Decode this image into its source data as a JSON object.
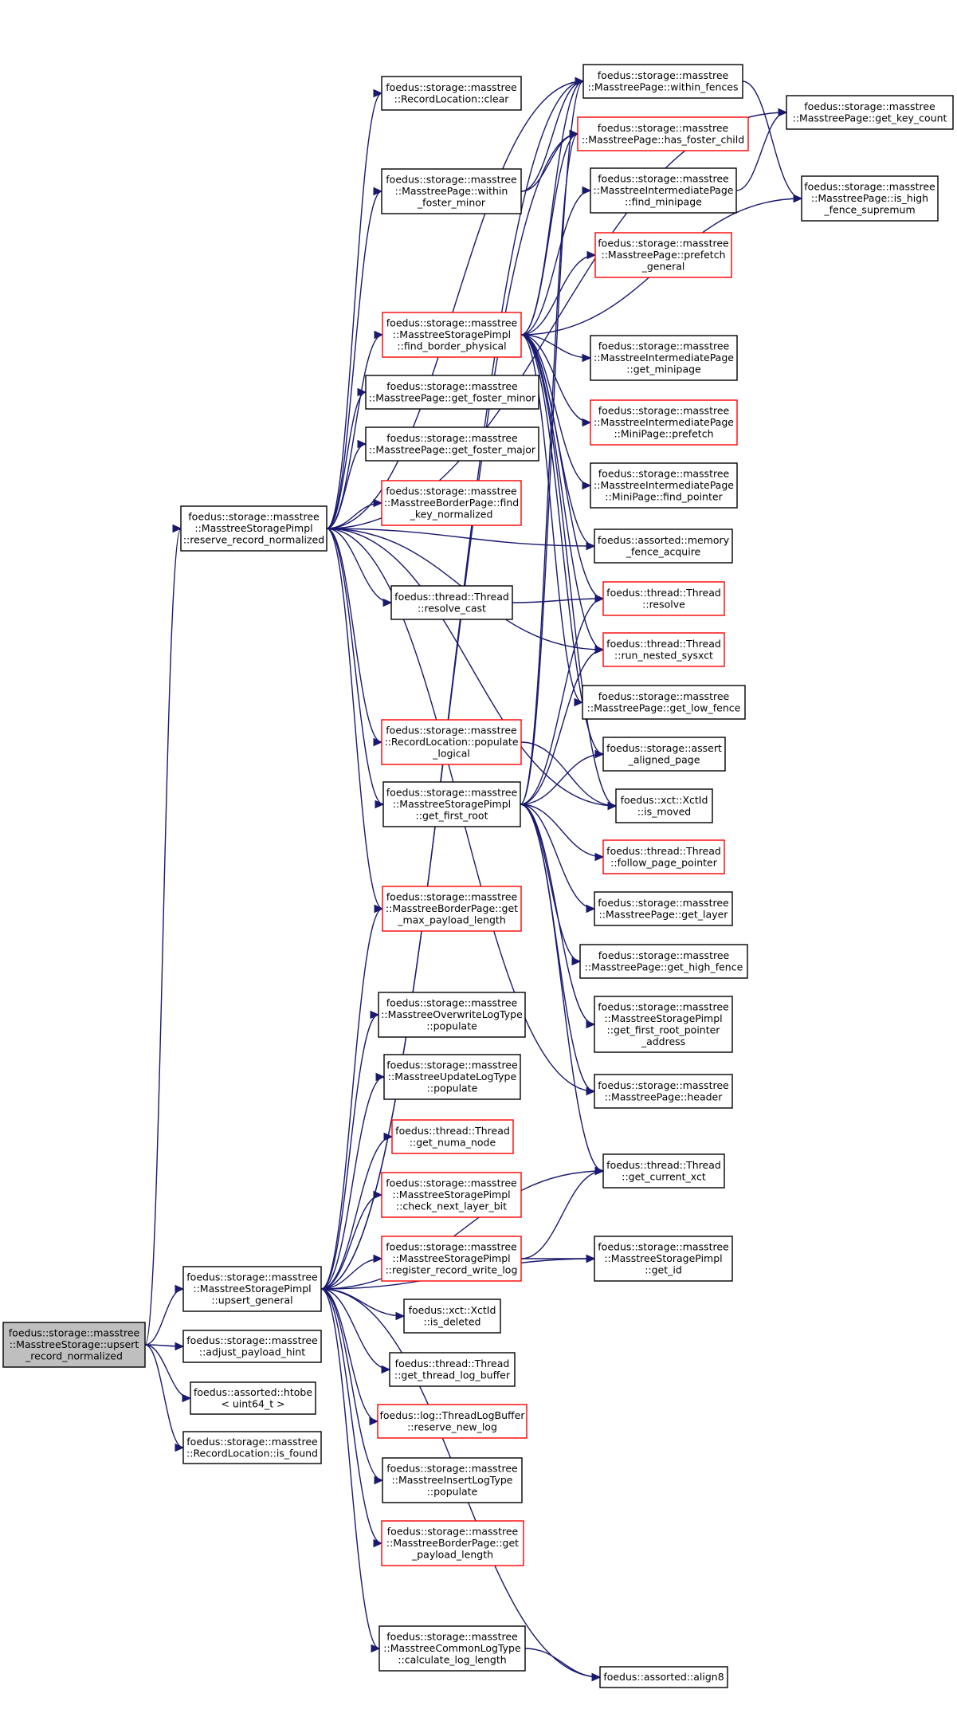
{
  "graph": {
    "nodes": [
      {
        "id": "n0",
        "lines": [
          "foedus::storage::masstree",
          "::MasstreeStorage::upsert",
          "_record_normalized"
        ],
        "border": "black",
        "fill": "#bfbfbf"
      },
      {
        "id": "n1",
        "lines": [
          "foedus::storage::masstree",
          "::MasstreeStoragePimpl",
          "::reserve_record_normalized"
        ],
        "border": "black"
      },
      {
        "id": "n2",
        "lines": [
          "foedus::storage::masstree",
          "::MasstreeStoragePimpl",
          "::upsert_general"
        ],
        "border": "black"
      },
      {
        "id": "n3",
        "lines": [
          "foedus::storage::masstree",
          "::adjust_payload_hint"
        ],
        "border": "black"
      },
      {
        "id": "n4",
        "lines": [
          "foedus::assorted::htobe",
          "< uint64_t >"
        ],
        "border": "black"
      },
      {
        "id": "n5",
        "lines": [
          "foedus::storage::masstree",
          "::RecordLocation::is_found"
        ],
        "border": "black"
      },
      {
        "id": "n6",
        "lines": [
          "foedus::storage::masstree",
          "::RecordLocation::clear"
        ],
        "border": "black"
      },
      {
        "id": "n7",
        "lines": [
          "foedus::storage::masstree",
          "::MasstreePage::within",
          "_foster_minor"
        ],
        "border": "black"
      },
      {
        "id": "n8",
        "lines": [
          "foedus::storage::masstree",
          "::MasstreeStoragePimpl",
          "::find_border_physical"
        ],
        "border": "red"
      },
      {
        "id": "n9",
        "lines": [
          "foedus::storage::masstree",
          "::MasstreePage::get_foster_minor"
        ],
        "border": "black"
      },
      {
        "id": "n10",
        "lines": [
          "foedus::storage::masstree",
          "::MasstreePage::get_foster_major"
        ],
        "border": "black"
      },
      {
        "id": "n11",
        "lines": [
          "foedus::storage::masstree",
          "::MasstreeBorderPage::find",
          "_key_normalized"
        ],
        "border": "red"
      },
      {
        "id": "n12",
        "lines": [
          "foedus::thread::Thread",
          "::resolve_cast"
        ],
        "border": "black"
      },
      {
        "id": "n13",
        "lines": [
          "foedus::storage::masstree",
          "::RecordLocation::populate",
          "_logical"
        ],
        "border": "red"
      },
      {
        "id": "n14",
        "lines": [
          "foedus::storage::masstree",
          "::MasstreeStoragePimpl",
          "::get_first_root"
        ],
        "border": "black"
      },
      {
        "id": "n15",
        "lines": [
          "foedus::storage::masstree",
          "::MasstreeBorderPage::get",
          "_max_payload_length"
        ],
        "border": "red"
      },
      {
        "id": "n16",
        "lines": [
          "foedus::storage::masstree",
          "::MasstreeOverwriteLogType",
          "::populate"
        ],
        "border": "black"
      },
      {
        "id": "n17",
        "lines": [
          "foedus::storage::masstree",
          "::MasstreeUpdateLogType",
          "::populate"
        ],
        "border": "black"
      },
      {
        "id": "n18",
        "lines": [
          "foedus::thread::Thread",
          "::get_numa_node"
        ],
        "border": "red"
      },
      {
        "id": "n19",
        "lines": [
          "foedus::storage::masstree",
          "::MasstreeStoragePimpl",
          "::check_next_layer_bit"
        ],
        "border": "red"
      },
      {
        "id": "n20",
        "lines": [
          "foedus::storage::masstree",
          "::MasstreeStoragePimpl",
          "::register_record_write_log"
        ],
        "border": "red"
      },
      {
        "id": "n21",
        "lines": [
          "foedus::xct::XctId",
          "::is_deleted"
        ],
        "border": "black"
      },
      {
        "id": "n22",
        "lines": [
          "foedus::thread::Thread",
          "::get_thread_log_buffer"
        ],
        "border": "black"
      },
      {
        "id": "n23",
        "lines": [
          "foedus::log::ThreadLogBuffer",
          "::reserve_new_log"
        ],
        "border": "red"
      },
      {
        "id": "n24",
        "lines": [
          "foedus::storage::masstree",
          "::MasstreeInsertLogType",
          "::populate"
        ],
        "border": "black"
      },
      {
        "id": "n25",
        "lines": [
          "foedus::storage::masstree",
          "::MasstreeBorderPage::get",
          "_payload_length"
        ],
        "border": "red"
      },
      {
        "id": "n26",
        "lines": [
          "foedus::storage::masstree",
          "::MasstreeCommonLogType",
          "::calculate_log_length"
        ],
        "border": "black"
      },
      {
        "id": "n27",
        "lines": [
          "foedus::storage::masstree",
          "::MasstreePage::within_fences"
        ],
        "border": "black"
      },
      {
        "id": "n28",
        "lines": [
          "foedus::storage::masstree",
          "::MasstreePage::has_foster_child"
        ],
        "border": "red"
      },
      {
        "id": "n29",
        "lines": [
          "foedus::storage::masstree",
          "::MasstreeIntermediatePage",
          "::find_minipage"
        ],
        "border": "black"
      },
      {
        "id": "n30",
        "lines": [
          "foedus::storage::masstree",
          "::MasstreePage::prefetch",
          "_general"
        ],
        "border": "red"
      },
      {
        "id": "n31",
        "lines": [
          "foedus::storage::masstree",
          "::MasstreeIntermediatePage",
          "::get_minipage"
        ],
        "border": "black"
      },
      {
        "id": "n32",
        "lines": [
          "foedus::storage::masstree",
          "::MasstreeIntermediatePage",
          "::MiniPage::prefetch"
        ],
        "border": "red"
      },
      {
        "id": "n33",
        "lines": [
          "foedus::storage::masstree",
          "::MasstreeIntermediatePage",
          "::MiniPage::find_pointer"
        ],
        "border": "black"
      },
      {
        "id": "n34",
        "lines": [
          "foedus::assorted::memory",
          "_fence_acquire"
        ],
        "border": "black"
      },
      {
        "id": "n35",
        "lines": [
          "foedus::thread::Thread",
          "::resolve"
        ],
        "border": "red"
      },
      {
        "id": "n36",
        "lines": [
          "foedus::thread::Thread",
          "::run_nested_sysxct"
        ],
        "border": "red"
      },
      {
        "id": "n37",
        "lines": [
          "foedus::storage::masstree",
          "::MasstreePage::get_low_fence"
        ],
        "border": "black"
      },
      {
        "id": "n38",
        "lines": [
          "foedus::storage::assert",
          "_aligned_page"
        ],
        "border": "black"
      },
      {
        "id": "n39",
        "lines": [
          "foedus::xct::XctId",
          "::is_moved"
        ],
        "border": "black"
      },
      {
        "id": "n40",
        "lines": [
          "foedus::thread::Thread",
          "::follow_page_pointer"
        ],
        "border": "red"
      },
      {
        "id": "n41",
        "lines": [
          "foedus::storage::masstree",
          "::MasstreePage::get_layer"
        ],
        "border": "black"
      },
      {
        "id": "n42",
        "lines": [
          "foedus::storage::masstree",
          "::MasstreePage::get_high_fence"
        ],
        "border": "black"
      },
      {
        "id": "n43",
        "lines": [
          "foedus::storage::masstree",
          "::MasstreeStoragePimpl",
          "::get_first_root_pointer",
          "_address"
        ],
        "border": "black"
      },
      {
        "id": "n44",
        "lines": [
          "foedus::storage::masstree",
          "::MasstreePage::header"
        ],
        "border": "black"
      },
      {
        "id": "n45",
        "lines": [
          "foedus::thread::Thread",
          "::get_current_xct"
        ],
        "border": "black"
      },
      {
        "id": "n46",
        "lines": [
          "foedus::storage::masstree",
          "::MasstreeStoragePimpl",
          "::get_id"
        ],
        "border": "black"
      },
      {
        "id": "n47",
        "lines": [
          "foedus::assorted::align8"
        ],
        "border": "black"
      },
      {
        "id": "n48",
        "lines": [
          "foedus::storage::masstree",
          "::MasstreePage::get_key_count"
        ],
        "border": "black"
      },
      {
        "id": "n49",
        "lines": [
          "foedus::storage::masstree",
          "::MasstreePage::is_high",
          "_fence_supremum"
        ],
        "border": "black"
      }
    ],
    "edges": [
      [
        "n0",
        "n1"
      ],
      [
        "n0",
        "n2"
      ],
      [
        "n0",
        "n3"
      ],
      [
        "n0",
        "n4"
      ],
      [
        "n0",
        "n5"
      ],
      [
        "n1",
        "n6"
      ],
      [
        "n1",
        "n7"
      ],
      [
        "n1",
        "n8"
      ],
      [
        "n1",
        "n9"
      ],
      [
        "n1",
        "n10"
      ],
      [
        "n1",
        "n11"
      ],
      [
        "n1",
        "n12"
      ],
      [
        "n1",
        "n13"
      ],
      [
        "n1",
        "n14"
      ],
      [
        "n1",
        "n15"
      ],
      [
        "n1",
        "n27"
      ],
      [
        "n1",
        "n48"
      ],
      [
        "n1",
        "n34"
      ],
      [
        "n1",
        "n36"
      ],
      [
        "n1",
        "n39"
      ],
      [
        "n1",
        "n44"
      ],
      [
        "n2",
        "n15"
      ],
      [
        "n2",
        "n16"
      ],
      [
        "n2",
        "n17"
      ],
      [
        "n2",
        "n18"
      ],
      [
        "n2",
        "n19"
      ],
      [
        "n2",
        "n20"
      ],
      [
        "n2",
        "n21"
      ],
      [
        "n2",
        "n22"
      ],
      [
        "n2",
        "n23"
      ],
      [
        "n2",
        "n24"
      ],
      [
        "n2",
        "n25"
      ],
      [
        "n2",
        "n26"
      ],
      [
        "n2",
        "n46"
      ],
      [
        "n2",
        "n47"
      ],
      [
        "n2",
        "n45"
      ],
      [
        "n2",
        "n27"
      ],
      [
        "n2",
        "n28"
      ],
      [
        "n7",
        "n27"
      ],
      [
        "n7",
        "n28"
      ],
      [
        "n8",
        "n27"
      ],
      [
        "n8",
        "n28"
      ],
      [
        "n8",
        "n29"
      ],
      [
        "n8",
        "n30"
      ],
      [
        "n8",
        "n31"
      ],
      [
        "n8",
        "n32"
      ],
      [
        "n8",
        "n33"
      ],
      [
        "n8",
        "n34"
      ],
      [
        "n8",
        "n35"
      ],
      [
        "n8",
        "n36"
      ],
      [
        "n8",
        "n37"
      ],
      [
        "n8",
        "n38"
      ],
      [
        "n8",
        "n39"
      ],
      [
        "n8",
        "n49"
      ],
      [
        "n12",
        "n35"
      ],
      [
        "n13",
        "n39"
      ],
      [
        "n14",
        "n27"
      ],
      [
        "n14",
        "n28"
      ],
      [
        "n14",
        "n35"
      ],
      [
        "n14",
        "n36"
      ],
      [
        "n14",
        "n38"
      ],
      [
        "n14",
        "n40"
      ],
      [
        "n14",
        "n41"
      ],
      [
        "n14",
        "n42"
      ],
      [
        "n14",
        "n43"
      ],
      [
        "n14",
        "n44"
      ],
      [
        "n14",
        "n45"
      ],
      [
        "n20",
        "n45"
      ],
      [
        "n20",
        "n46"
      ],
      [
        "n26",
        "n47"
      ],
      [
        "n27",
        "n49"
      ],
      [
        "n29",
        "n48"
      ]
    ]
  }
}
